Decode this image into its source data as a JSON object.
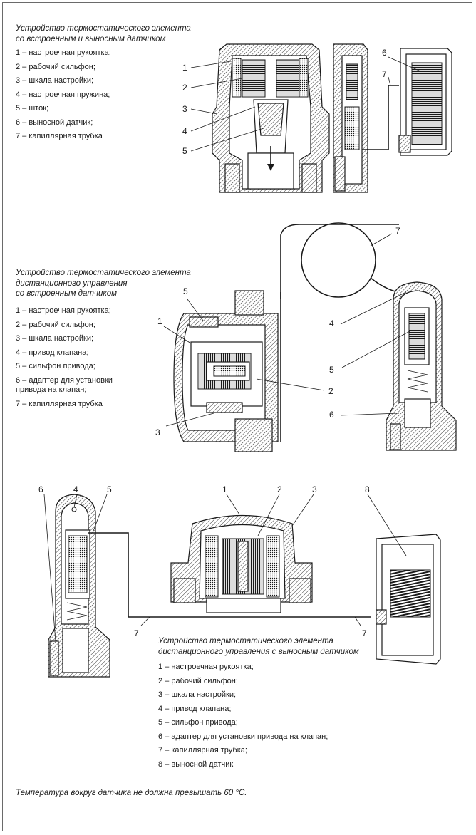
{
  "section1": {
    "caption": "Устройство термостатического элемента\nсо встроенным и выносным датчиком",
    "items": [
      "1 – настроечная рукоятка;",
      "2 – рабочий сильфон;",
      "3 – шкала настройки;",
      "4 – настроечная пружина;",
      "5 – шток;",
      "6 – выносной датчик;",
      "7 – капиллярная трубка"
    ],
    "callouts": [
      "1",
      "2",
      "3",
      "4",
      "5",
      "6",
      "7"
    ]
  },
  "section2": {
    "caption": "Устройство термостатического элемента\nдистанционного управления\nсо встроенным датчиком",
    "items": [
      "1 – настроечная рукоятка;",
      "2 – рабочий сильфон;",
      "3 – шкала настройки;",
      "4 – привод клапана;",
      "5 – сильфон привода;",
      "6 – адаптер для установки\n      привода на клапан;",
      "7 – капиллярная трубка"
    ],
    "callouts": [
      "5",
      "1",
      "3",
      "2",
      "7",
      "4",
      "5",
      "6"
    ]
  },
  "section3": {
    "caption": "Устройство термостатического элемента\nдистанционного управления с выносным датчиком",
    "items": [
      "1 – настроечная рукоятка;",
      "2 – рабочий сильфон;",
      "3 – шкала настройки;",
      "4 – привод клапана;",
      "5 – сильфон привода;",
      "6 – адаптер для установки  привода на клапан;",
      "7 – капиллярная трубка;",
      "8 – выносной датчик"
    ],
    "callouts": [
      "6",
      "4",
      "5",
      "1",
      "2",
      "3",
      "8",
      "7",
      "7"
    ]
  },
  "footnote": "Температура вокруг датчика не должна превышать 60 °С."
}
